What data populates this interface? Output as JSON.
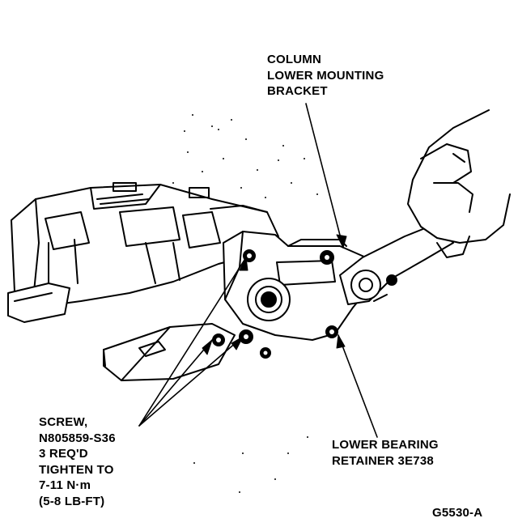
{
  "labels": {
    "column_bracket": [
      "COLUMN",
      "LOWER MOUNTING",
      "BRACKET"
    ],
    "screw": [
      "SCREW,",
      "N805859-S36",
      "3 REQ'D",
      "TIGHTEN TO",
      "7-11 N·m",
      "(5-8 LB-FT)"
    ],
    "lower_bearing": [
      "LOWER BEARING",
      "RETAINER 3E738"
    ],
    "figure_number": "G5530-A"
  }
}
